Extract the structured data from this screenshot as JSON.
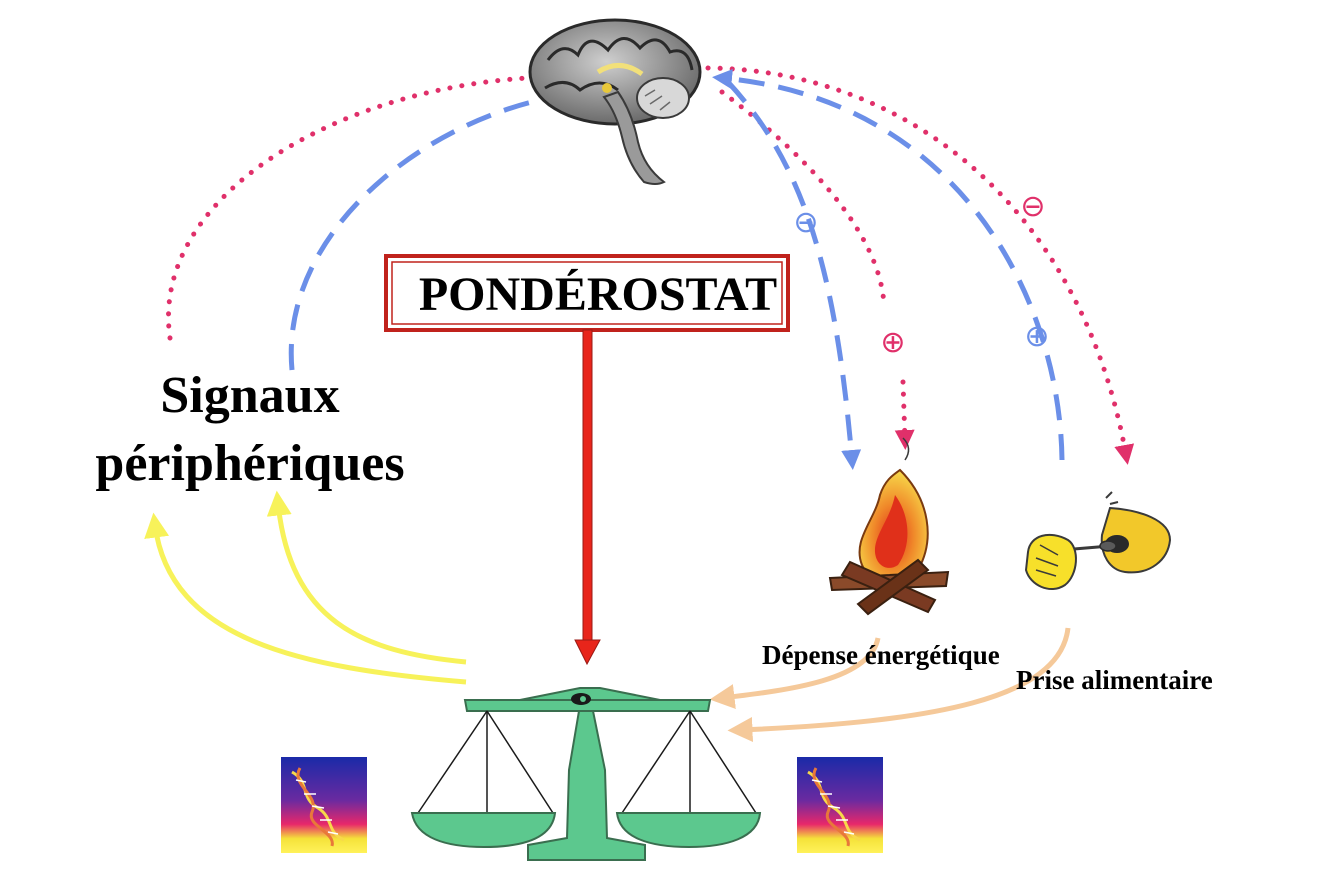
{
  "labels": {
    "center_box": "PONDÉROSTAT",
    "left_signals_line1": "Signaux",
    "left_signals_line2": "périphériques",
    "energy_expenditure": "Dépense énergétique",
    "food_intake": "Prise alimentaire"
  },
  "signs": {
    "minus": "⊖",
    "plus": "⊕"
  },
  "colors": {
    "red_dotted": "#e0306a",
    "blue_dashed": "#6b8fe8",
    "yellow_arrow": "#f7f25a",
    "peach_arrow": "#f5c99a",
    "box_border": "#c0221c",
    "center_arrow": "#e8251b",
    "scale_green": "#5cc88e",
    "scale_dark": "#3a6e4f"
  }
}
